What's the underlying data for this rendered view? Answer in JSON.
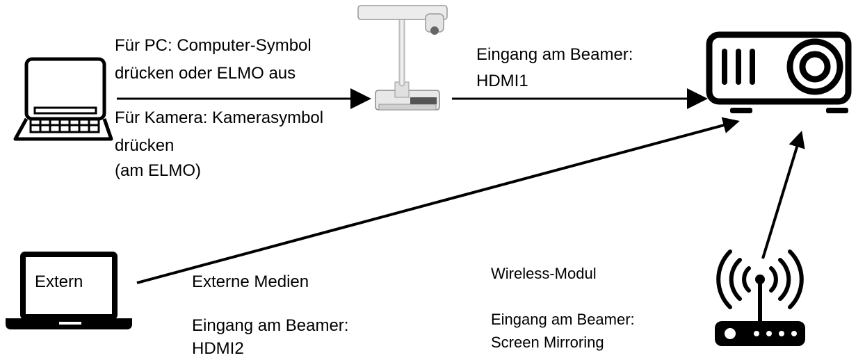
{
  "links": {
    "pc_to_elmo": {
      "pc_line1": "Für PC: Computer-Symbol",
      "pc_line2": "drücken oder ELMO aus",
      "cam_line1": "Für Kamera: Kamerasymbol",
      "cam_line2": "drücken",
      "cam_line3": "(am ELMO)"
    },
    "elmo_to_beamer": {
      "line1": "Eingang am Beamer:",
      "line2": "HDMI1"
    },
    "extern_to_beamer": {
      "title": "Externe Medien",
      "line1": "Eingang am Beamer:",
      "line2": "HDMI2"
    },
    "wireless_to_beamer": {
      "title": "Wireless-Modul",
      "line1": "Eingang am Beamer:",
      "line2": "Screen Mirroring"
    }
  },
  "devices": {
    "extern_laptop_label": "Extern"
  },
  "icons": [
    "laptop-icon",
    "document-camera-icon",
    "projector-icon",
    "laptop-icon",
    "wireless-router-icon"
  ],
  "colors": {
    "ink": "#000000",
    "device_body": "#e8e8e8",
    "background": "#ffffff"
  }
}
